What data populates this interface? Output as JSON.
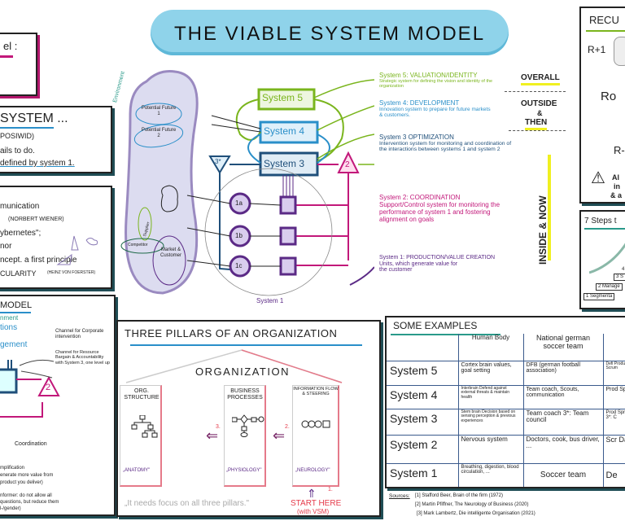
{
  "title": "THE VIABLE SYSTEM MODEL",
  "left_panels": {
    "top": {
      "label": "el :"
    },
    "system": {
      "lines": [
        "SYSTEM ...",
        "POSIWID)",
        "ails to do.",
        "defined by system 1."
      ]
    },
    "cybernetics": {
      "lines": [
        "munication",
        "(NORBERT WIENER)",
        "ybernetes\";",
        "nor",
        "ncept. a first principle",
        "CULARITY"
      ],
      "credit": "(HEINZ VON FOERSTER)"
    },
    "model": {
      "heading": "MODEL",
      "lines": [
        "nment",
        "tions",
        "gement"
      ],
      "channel_corporate": "Channel for Corporate intervention",
      "channel_resource": "Channel for Resource Bargain & Accountability with System 3, one level up",
      "coordination": "Coordination",
      "triangle": "2",
      "notes": [
        "mplification",
        "enerate more value from",
        "product you deliver)",
        "nformer: do not allow all",
        "questions, but reduce them",
        "l-/gender)"
      ]
    }
  },
  "diagram": {
    "environment": "Environment",
    "potential_future_1": "Potential Future 1",
    "potential_future_2": "Potential Future 2",
    "supplier": "Supplier",
    "competitor": "Competitor",
    "market": "Market & Customer",
    "system5": "System 5",
    "system4": "System 4",
    "system3": "System 3",
    "system3star": "3*",
    "system2": "2",
    "units": [
      "1a",
      "1b",
      "1c"
    ],
    "system1": "System 1"
  },
  "descriptions": [
    {
      "title": "System 5: VALUATION/IDENTITY",
      "text": "Strategic system for defining the vision and identity of the organization",
      "color": "#7ab51d"
    },
    {
      "title": "System 4: DEVELOPMENT",
      "text": "Innovation system to prepare for future markets & customers.",
      "color": "#2a8fc9"
    },
    {
      "title": "System 3 OPTIMIZATION",
      "text": "Intervention system for monitoring and coordination of the interactions between systems 1 and system 2",
      "color": "#1f4f7a"
    },
    {
      "title": "System 2: COORDINATION",
      "text": "Support/Control system for monitoring the performance of system 1 and fostering alignment on goals",
      "color": "#c2187a"
    },
    {
      "title": "System 1: PRODUCTION/VALUE CREATION",
      "text": "Units, which generate value for the customer",
      "color": "#5b2a86"
    }
  ],
  "scope_labels": {
    "overall": "OVERALL",
    "outside": "OUTSIDE",
    "amp": "&",
    "then": "THEN",
    "inside_now": "INSIDE & NOW"
  },
  "recursion": {
    "title": "RECU",
    "levels": [
      "R+1",
      "Ro",
      "R-"
    ],
    "warning": [
      "Al",
      "in",
      "& a"
    ]
  },
  "seven_steps": {
    "title": "7 Steps t",
    "steps": [
      "1 Segmenta",
      "2 Manage",
      "3 S",
      "4"
    ]
  },
  "pillars": {
    "title": "THREE PILLARS OF AN ORGANIZATION",
    "roof": "ORGANIZATION",
    "columns": [
      {
        "name": "ORG. STRUCTURE",
        "tag": "„ANATOMY\""
      },
      {
        "name": "BUSINESS PROCESSES",
        "tag": "„PHYSIOLOGY\""
      },
      {
        "name": "INFORMATION FLOW & STEERING",
        "tag": "„NEUROLOGY\""
      }
    ],
    "arrows": [
      "3.",
      "2.",
      "1."
    ],
    "quote": "„It needs focus on all three pillars.\"",
    "start": "START HERE",
    "start_sub": "(with VSM)"
  },
  "examples": {
    "title": "SOME EXAMPLES",
    "columns": [
      "Human Body",
      "National german soccer team",
      ""
    ],
    "rows": [
      {
        "system": "System 5",
        "cells": [
          "Cortex brain values, goal setting",
          "DFB (german football association)",
          "Defi Produ Scrum"
        ]
      },
      {
        "system": "System 4",
        "cells": [
          "Interbrain Defend against external threats & maintain health",
          "Team coach, Scouts, communication",
          "Prod Sprin"
        ]
      },
      {
        "system": "System 3",
        "cells": [
          "Stem brain Decision based on sensing perception & previous experiences",
          "Team coach 3*: Team council",
          "Prod Sprint 3*: C"
        ]
      },
      {
        "system": "System 2",
        "cells": [
          "Nervous system",
          "Doctors, cook, bus driver, ...",
          "Scr Dai"
        ]
      },
      {
        "system": "System 1",
        "cells": [
          "Breathing, digestion, blood circulation, ...",
          "Soccer team",
          "De"
        ]
      }
    ]
  },
  "sources": {
    "label": "Sources:",
    "items": [
      "[1] Stafford Beer, Brain of the firm (1972)",
      "[2] Martin Pfiffner, The Neurology of Business (2020)",
      "[3] Mark Lambertz, Die intelligente Organisation (2021)"
    ]
  }
}
